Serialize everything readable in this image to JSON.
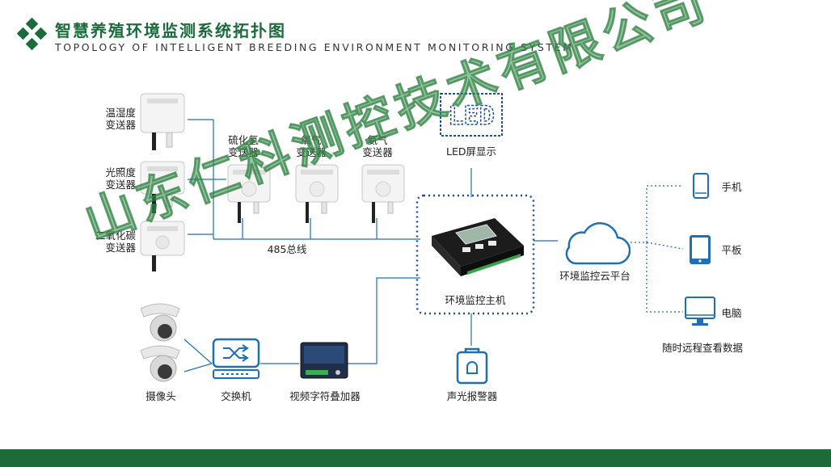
{
  "header": {
    "title": "智慧养殖环境监测系统拓扑图",
    "subtitle": "TOPOLOGY OF INTELLIGENT BREEDING ENVIRONMENT MONITORING SYSTEM"
  },
  "sensors_left": [
    {
      "label": "温湿度\n变送器"
    },
    {
      "label": "光照度\n变送器"
    },
    {
      "label": "二氧化碳\n变送器"
    }
  ],
  "sensors_top": [
    {
      "label": "硫化氢\n变送器"
    },
    {
      "label": "氧气\n变送器"
    },
    {
      "label": "氨气\n变送器"
    }
  ],
  "bus_label": "485总线",
  "led": {
    "label": "LED屏显示",
    "text": "LED"
  },
  "host": {
    "label": "环境监控主机"
  },
  "cloud": {
    "label": "环境监控云平台"
  },
  "devices": [
    {
      "label": "手机"
    },
    {
      "label": "平板"
    },
    {
      "label": "电脑"
    }
  ],
  "remote_note": "随时远程查看数据",
  "bottom": {
    "camera": "摄像头",
    "switch": "交换机",
    "overlay": "视频字符叠加器",
    "alarm": "声光报警器"
  },
  "watermark": "山东仁科测控技术有限公司",
  "colors": {
    "brand_green": "#1c6b3c",
    "line_blue": "#1f6fb5",
    "footer_green": "#1e6a38"
  }
}
